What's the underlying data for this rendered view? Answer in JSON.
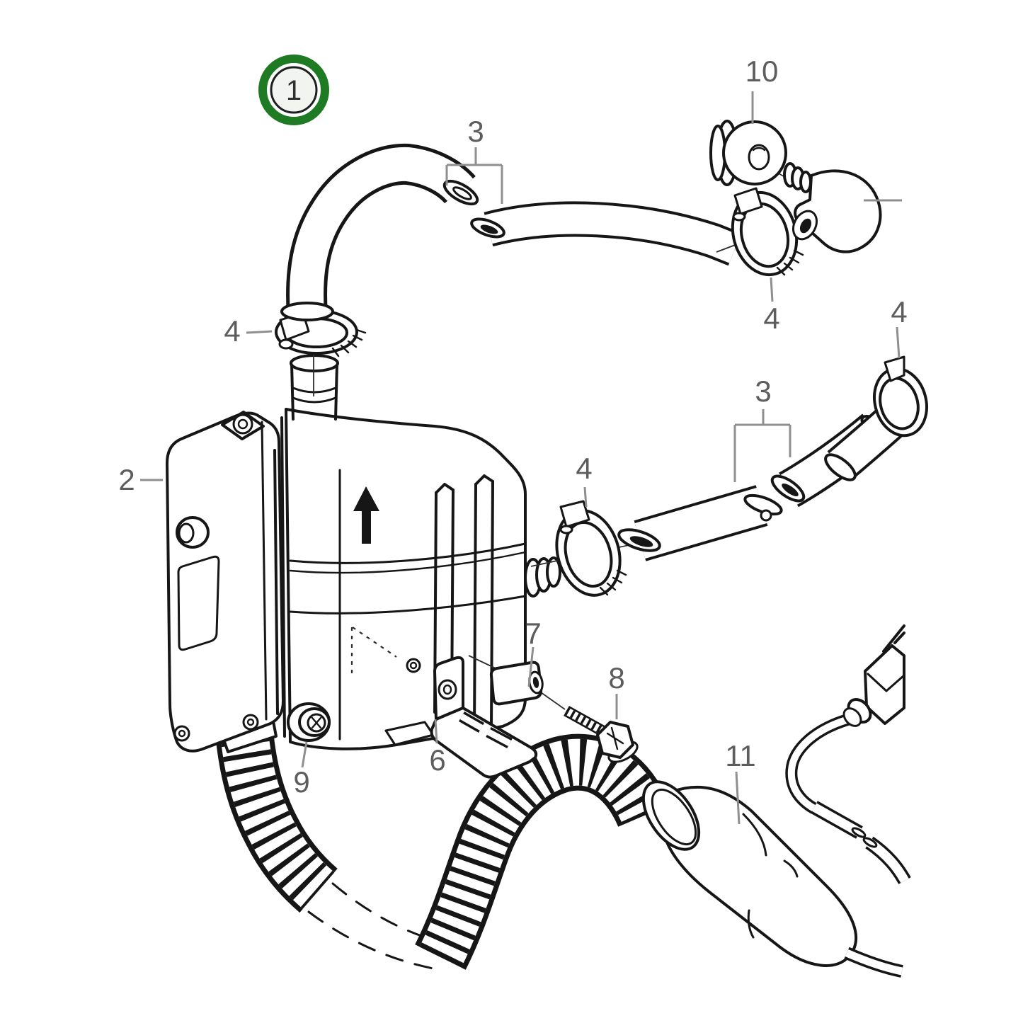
{
  "figure": {
    "type": "exploded-parts-diagram",
    "background": "#ffffff",
    "line_color": "#161616",
    "callout_color": "#5d5d5d",
    "leader_color": "#8f8f8f"
  },
  "badge": {
    "number": "1",
    "ring_color": "#1e7b24",
    "inner_fill": "#f2f5ef"
  },
  "callouts": {
    "c2": {
      "text": "2"
    },
    "c3a": {
      "text": "3"
    },
    "c3b": {
      "text": "3"
    },
    "c4a": {
      "text": "4"
    },
    "c4b": {
      "text": "4"
    },
    "c4c": {
      "text": "4"
    },
    "c4d": {
      "text": "4"
    },
    "c6": {
      "text": "6"
    },
    "c7": {
      "text": "7"
    },
    "c8": {
      "text": "8"
    },
    "c9": {
      "text": "9"
    },
    "c10": {
      "text": "10"
    },
    "c11": {
      "text": "11"
    }
  }
}
